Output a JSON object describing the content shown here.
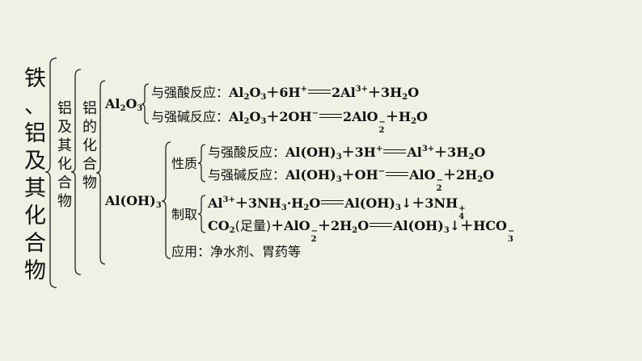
{
  "title_chars": [
    "铁",
    "、",
    "铝",
    "及",
    "其",
    "化",
    "合",
    "物"
  ],
  "sub_chars": [
    "铝",
    "及",
    "其",
    "化",
    "合",
    "物"
  ],
  "sub2_chars": [
    "铝",
    "的",
    "化",
    "合",
    "物"
  ],
  "al2o3": {
    "label": "Al",
    "sub1": "2",
    "o": "O",
    "sub2": "3",
    "acid_label": "与强酸反应：",
    "acid_eq": {
      "lhs": "Al",
      "s1": "2",
      "o": "O",
      "s2": "3",
      "plus": "＋6H",
      "hplus": "+",
      "rhs": "2Al",
      "rsup": "3+",
      "tail": "＋3H",
      "ts": "2",
      "to": "O"
    },
    "base_label": "与强碱反应：",
    "base_eq": {
      "lhs": "Al",
      "s1": "2",
      "o": "O",
      "s2": "3",
      "plus": "＋2OH",
      "ohsup": "−",
      "rhs": "2AlO",
      "rsub": "2",
      "rsup": "−",
      "tail": "＋H",
      "ts": "2",
      "to": "O"
    }
  },
  "aloh3": {
    "label": "Al(OH)",
    "sub": "3",
    "property_label": "性质",
    "prep_label": "制取",
    "use_label": "应用：",
    "use_text": "净水剂、胃药等",
    "p_acid_label": "与强酸反应：",
    "p_acid_eq": {
      "lhs": "Al(OH)",
      "s": "3",
      "plus": "＋3H",
      "sup": "+",
      "rhs": "Al",
      "rsup": "3+",
      "tail": "＋3H",
      "ts": "2",
      "to": "O"
    },
    "p_base_label": "与强碱反应：",
    "p_base_eq": {
      "lhs": "Al(OH)",
      "s": "3",
      "plus": "＋OH",
      "sup": "−",
      "rhs": "AlO",
      "rsub": "2",
      "rsup": "−",
      "tail": "＋2H",
      "ts": "2",
      "to": "O"
    },
    "prep1": {
      "lhs": "Al",
      "sup": "3+",
      "plus": "＋3NH",
      "s1": "3",
      "dot": "·H",
      "s2": "2",
      "o": "O",
      "rhs": "Al(OH)",
      "rs": "3",
      "tail": "↓＋3NH",
      "ts": "4",
      "tsup": "+"
    },
    "prep2": {
      "lhs": "CO",
      "s1": "2",
      "paren": "(足量)",
      "plus": "＋AlO",
      "s2": "2",
      "sup": "−",
      "mid": "＋2H",
      "ms": "2",
      "mo": "O",
      "rhs": "Al(OH)",
      "rs": "3",
      "tail": "↓＋HCO",
      "ts": "3",
      "tsup": "−"
    }
  }
}
